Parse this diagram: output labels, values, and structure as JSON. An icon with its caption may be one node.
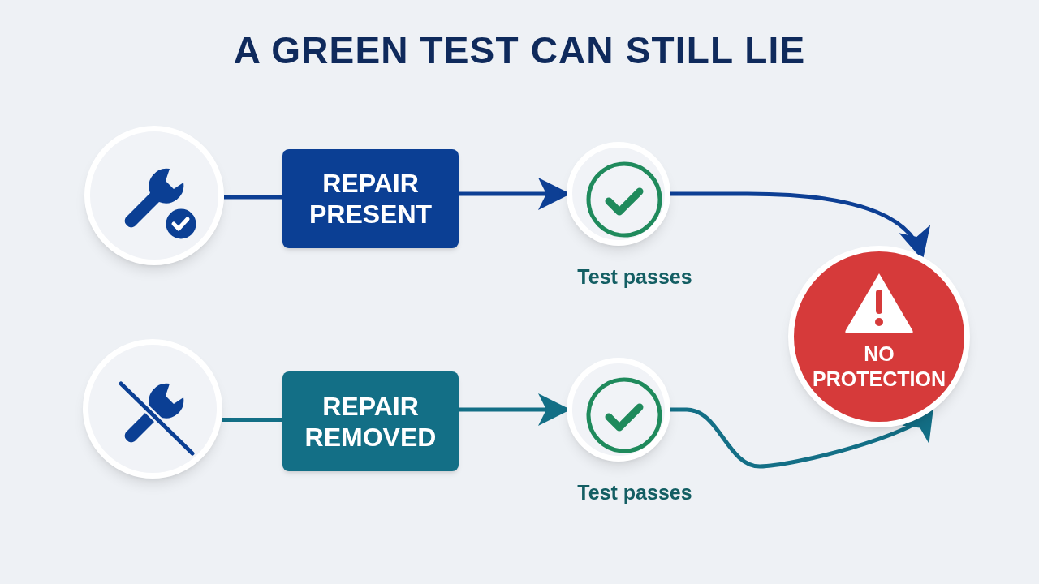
{
  "diagram": {
    "title": "A GREEN TEST CAN STILL LIE",
    "nodes": [
      {
        "text": [],
        "shape": "circle"
      },
      {
        "text": [
          "REPAIR PRESENT"
        ]
      },
      {
        "text": [],
        "shape": "circle",
        "beside": [
          "Test passes"
        ]
      },
      {
        "text": [],
        "shape": "circle"
      },
      {
        "text": [
          "REPAIR REMOVED"
        ]
      },
      {
        "text": [],
        "shape": "circle",
        "beside": [
          "Test passes"
        ]
      },
      {
        "text": [
          "NO PROTECTION"
        ]
      }
    ],
    "edges": [
      {
        "from": 0,
        "to": 1,
        "arrow": "none"
      },
      {
        "from": 1,
        "to": 2,
        "arrow": "to"
      },
      {
        "from": 2,
        "to": 6,
        "arrow": "to"
      },
      {
        "from": 3,
        "to": 4,
        "arrow": "none",
        "color": "#136f86"
      },
      {
        "from": 4,
        "to": 5,
        "arrow": "to",
        "color": "#136f86"
      },
      {
        "from": 5,
        "to": 6,
        "arrow": "to",
        "color": "#136f86"
      }
    ]
  }
}
